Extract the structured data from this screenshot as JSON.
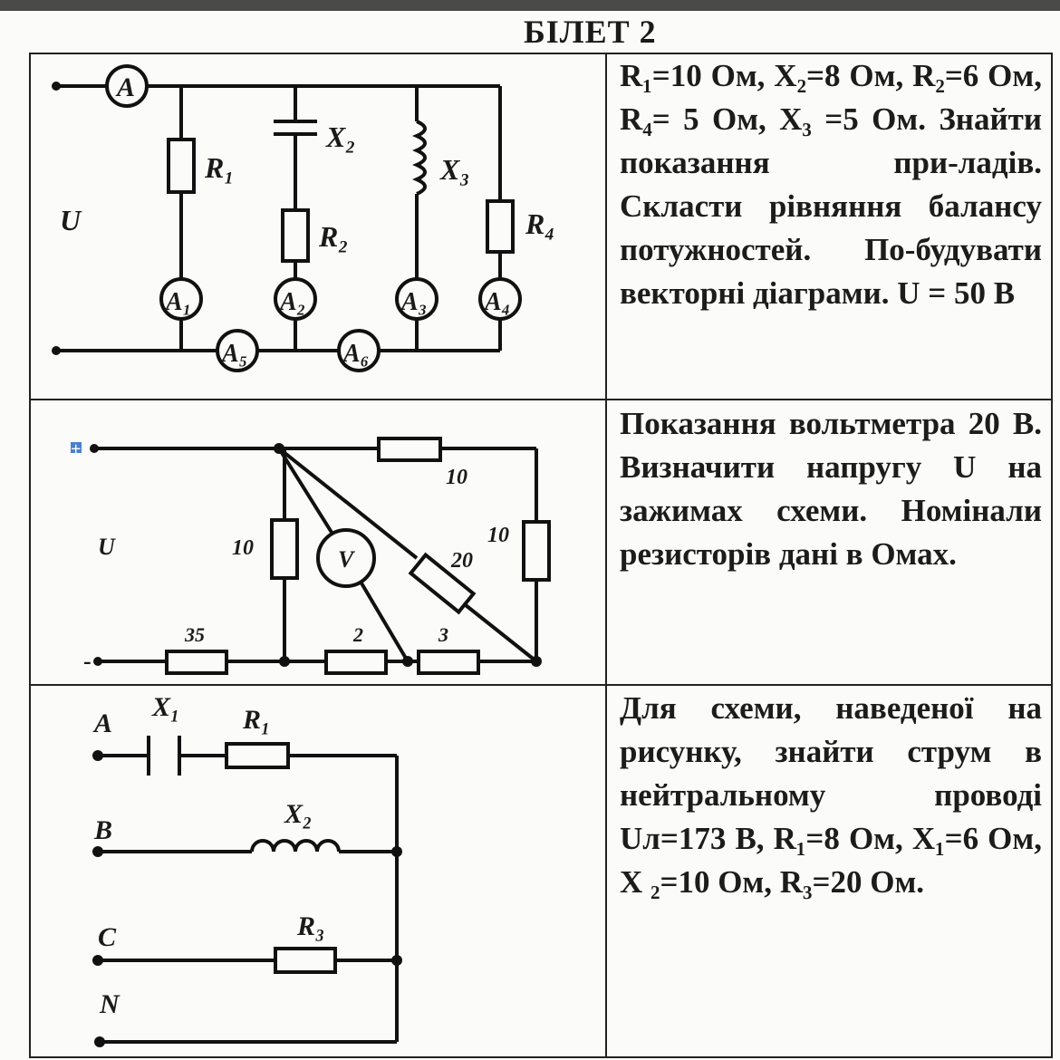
{
  "ticket": {
    "title": "БІЛЕТ 2"
  },
  "tasks": [
    {
      "text": "R₁=10 Ом, X₂=8 Ом, R₂=6 Ом, R₄= 5 Ом, X₃ =5 Ом. Знайти показання при-ладів. Скласти рівняння балансу потужностей. По-будувати векторні діаграми. U = 50 В",
      "labels": {
        "ammeter_main": "A",
        "u": "U",
        "r1": "R₁",
        "x2": "X₂",
        "r2": "R₂",
        "x3": "X₃",
        "r4": "R₄",
        "a1": "A₁",
        "a2": "A₂",
        "a3": "A₃",
        "a4": "A₄",
        "a5": "A₅",
        "a6": "A₆"
      }
    },
    {
      "text": "Показання вольтметра 20 В. Визначити напругу U на зажимах схеми. Номінали резисторів дані в Омах.",
      "labels": {
        "plus": "+",
        "minus": "-",
        "u": "U",
        "voltmeter": "V",
        "r_top": "10",
        "r_right": "10",
        "r_left": "10",
        "r_diag": "20",
        "r_35": "35",
        "r_2": "2",
        "r_3": "3"
      }
    },
    {
      "text": "Для схеми, наведеної на рисунку, знайти струм в нейтральному проводі Uл=173 В, R₁=8 Ом, X₁=6 Ом, X ₂=10 Ом, R₃=20 Ом.",
      "labels": {
        "a": "A",
        "b": "B",
        "c": "C",
        "n": "N",
        "x1": "X₁",
        "r1": "R₁",
        "x2": "X₂",
        "r3": "R₃"
      }
    }
  ]
}
